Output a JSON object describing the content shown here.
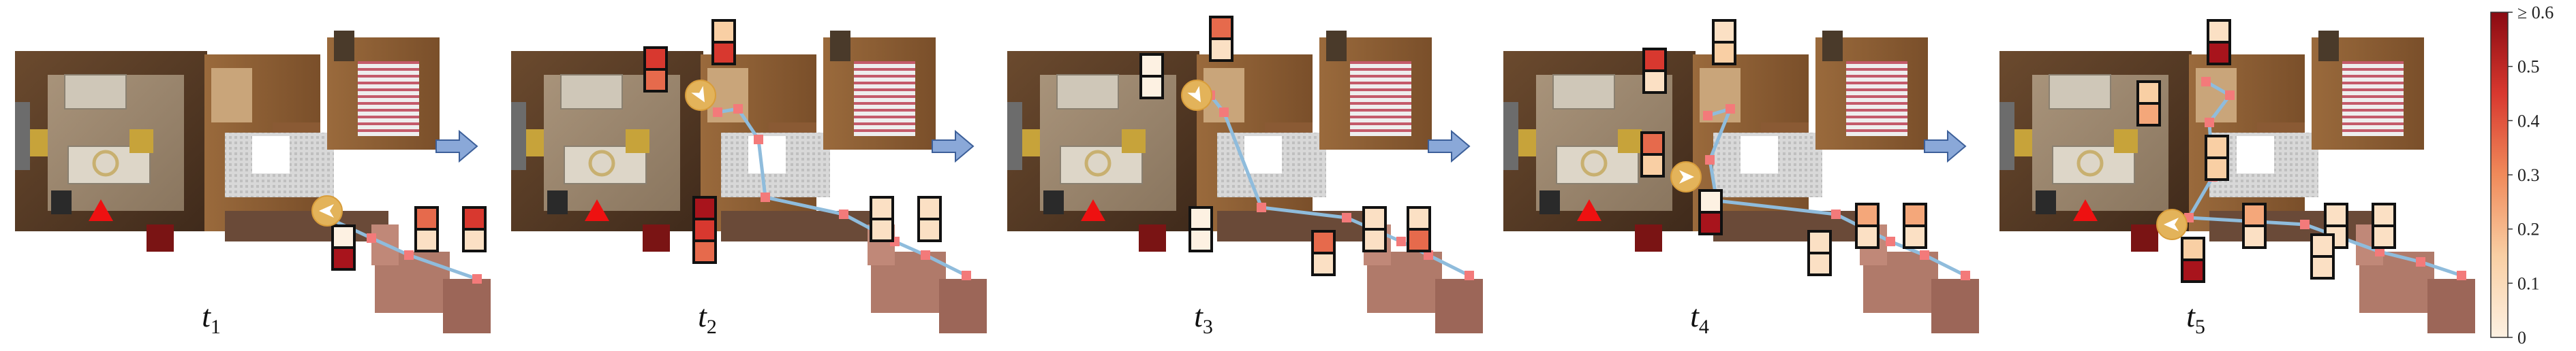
{
  "panels": [
    {
      "label": "t",
      "sub": "1"
    },
    {
      "label": "t",
      "sub": "2"
    },
    {
      "label": "t",
      "sub": "3"
    },
    {
      "label": "t",
      "sub": "4"
    },
    {
      "label": "t",
      "sub": "5"
    }
  ],
  "colorbar": {
    "ticks": [
      "0",
      "0.1",
      "0.2",
      "0.3",
      "0.4",
      "0.5",
      "≥ 0.6"
    ],
    "tick_values": [
      0,
      0.1,
      0.2,
      0.3,
      0.4,
      0.5,
      0.6
    ],
    "range": [
      0,
      0.6
    ],
    "color_low": "#fdf1e2",
    "color_mid": "#f08a5a",
    "color_high": "#8a0a12"
  },
  "colors": {
    "path_line": "#8fbcdc",
    "node": "#f37a7a",
    "start_marker": "#ee1111",
    "agent_marker": "#e3b35a",
    "arrow_fill": "#8aa8d8",
    "arrow_stroke": "#3c5f99"
  },
  "icons": {
    "transition_arrow": "right-arrow-icon",
    "start": "triangle-icon",
    "agent": "agent-heading-icon"
  }
}
